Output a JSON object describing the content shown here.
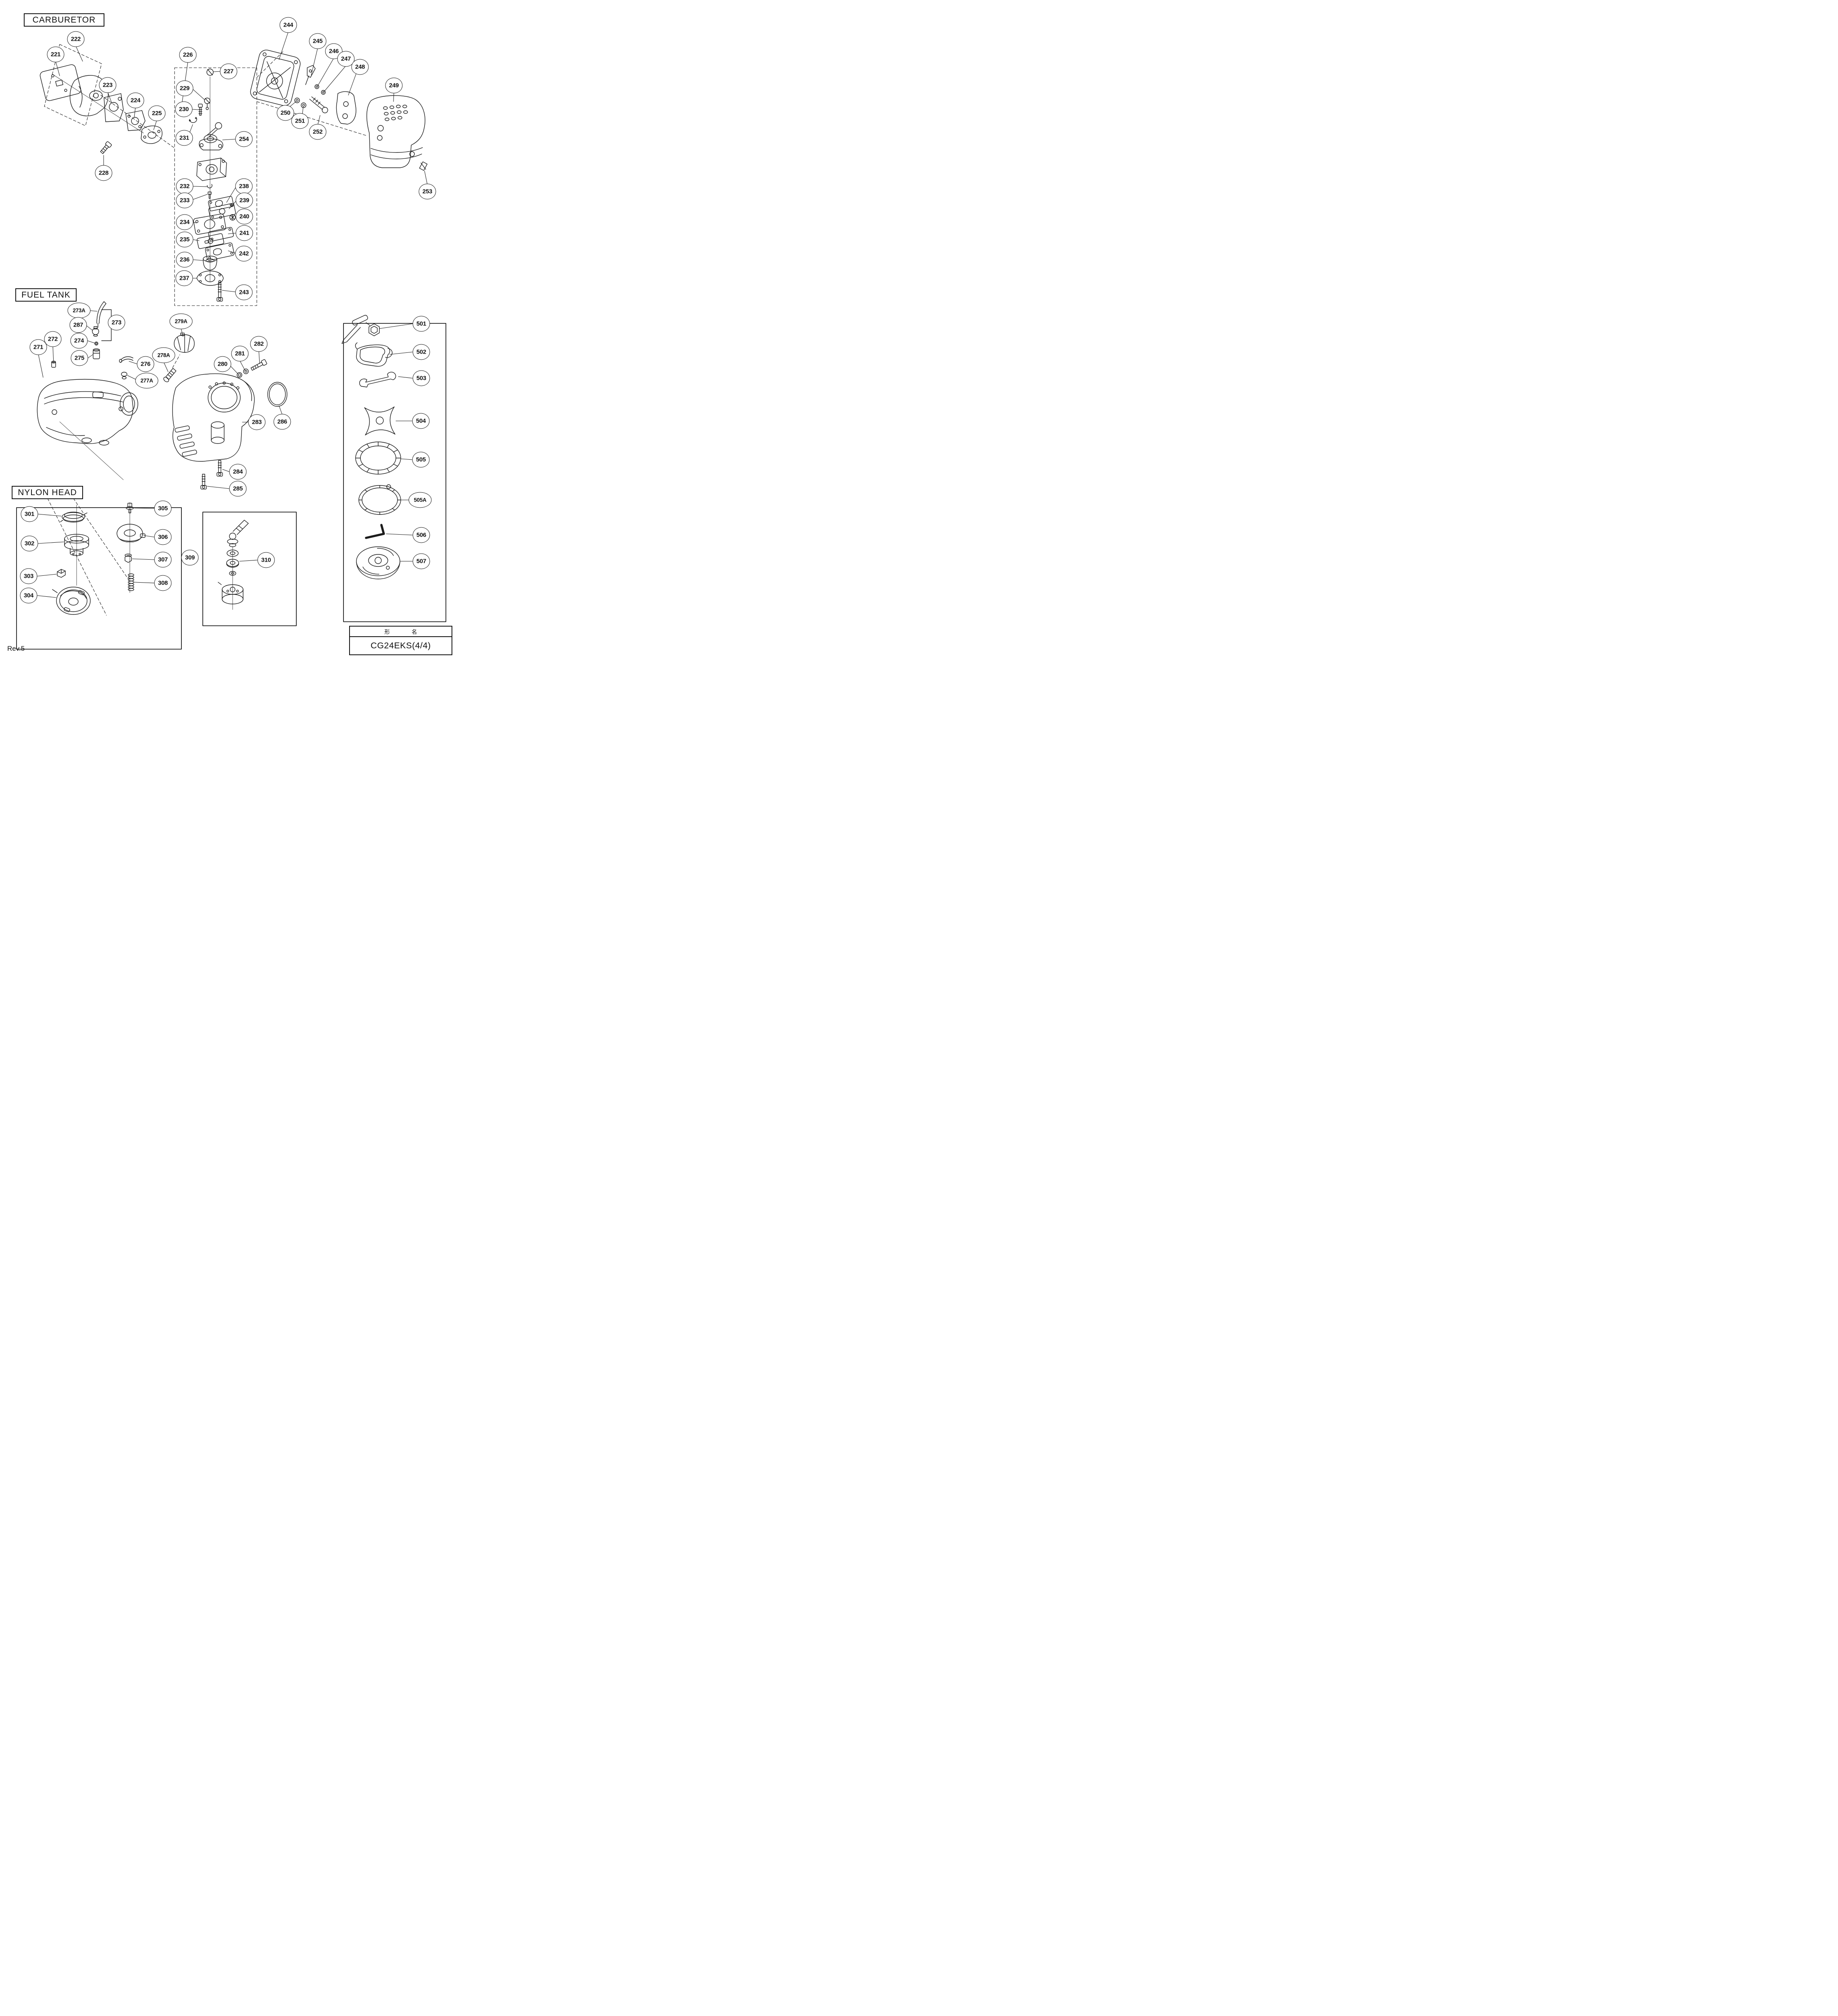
{
  "document": {
    "rev_label": "Rev.5",
    "sections": {
      "carburetor": "CARBURETOR",
      "fuel_tank": "FUEL TANK",
      "nylon_head": "NYLON HEAD"
    },
    "model_table": {
      "header_col1": "形",
      "header_col2": "名",
      "model": "CG24EKS(4/4)"
    }
  },
  "colors": {
    "line": "#1b1b1b",
    "background": "#ffffff"
  },
  "callouts": {
    "c221": "221",
    "c222": "222",
    "c223": "223",
    "c224": "224",
    "c225": "225",
    "c226": "226",
    "c227": "227",
    "c228": "228",
    "c229": "229",
    "c230": "230",
    "c231": "231",
    "c232": "232",
    "c233": "233",
    "c234": "234",
    "c235": "235",
    "c236": "236",
    "c237": "237",
    "c238": "238",
    "c239": "239",
    "c240": "240",
    "c241": "241",
    "c242": "242",
    "c243": "243",
    "c244": "244",
    "c245": "245",
    "c246": "246",
    "c247": "247",
    "c248": "248",
    "c249": "249",
    "c250": "250",
    "c251": "251",
    "c252": "252",
    "c253": "253",
    "c254": "254",
    "c271": "271",
    "c272": "272",
    "c273": "273",
    "c273a": "273A",
    "c274": "274",
    "c275": "275",
    "c276": "276",
    "c277a": "277A",
    "c278a": "278A",
    "c279a": "279A",
    "c280": "280",
    "c281": "281",
    "c282": "282",
    "c283": "283",
    "c284": "284",
    "c285": "285",
    "c286": "286",
    "c287": "287",
    "c301": "301",
    "c302": "302",
    "c303": "303",
    "c304": "304",
    "c305": "305",
    "c306": "306",
    "c307": "307",
    "c308": "308",
    "c309": "309",
    "c310": "310",
    "c501": "501",
    "c502": "502",
    "c503": "503",
    "c504": "504",
    "c505": "505",
    "c505a": "505A",
    "c506": "506",
    "c507": "507"
  }
}
